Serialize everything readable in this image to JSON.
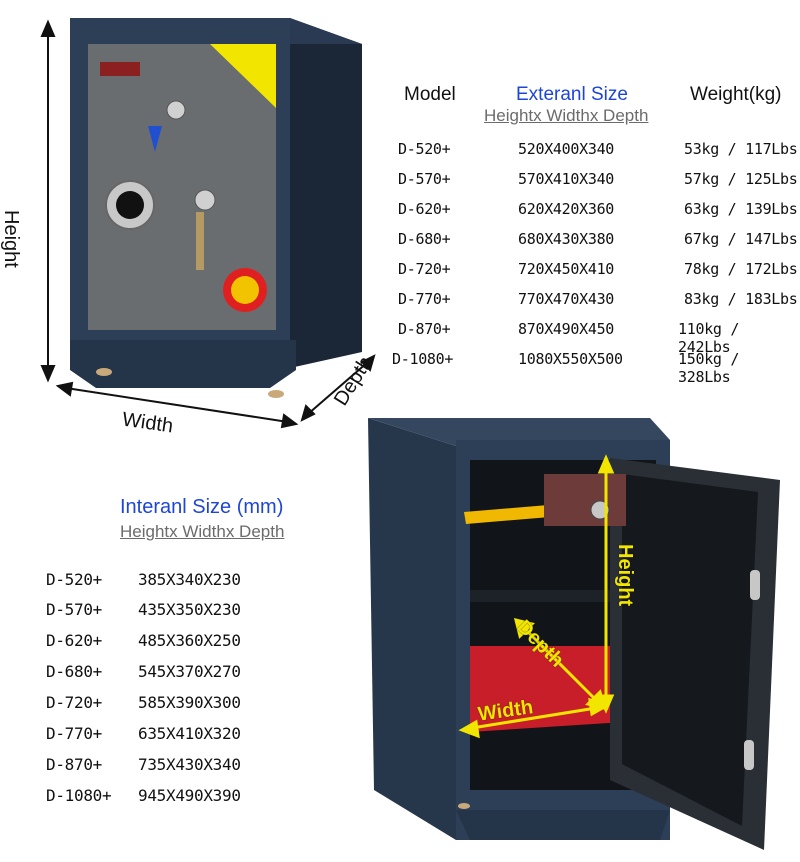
{
  "external": {
    "header_model": "Model",
    "header_size": "Exteranl Size",
    "header_sub": "Heightx Widthx Depth",
    "header_weight": "Weight(kg)",
    "rows": [
      {
        "model": "D-520+",
        "size": "520X400X340",
        "weight": "53kg / 117Lbs"
      },
      {
        "model": "D-570+",
        "size": "570X410X340",
        "weight": "57kg / 125Lbs"
      },
      {
        "model": "D-620+",
        "size": "620X420X360",
        "weight": "63kg / 139Lbs"
      },
      {
        "model": "D-680+",
        "size": "680X430X380",
        "weight": "67kg / 147Lbs"
      },
      {
        "model": "D-720+",
        "size": "720X450X410",
        "weight": "78kg / 172Lbs"
      },
      {
        "model": "D-770+",
        "size": "770X470X430",
        "weight": "83kg / 183Lbs"
      },
      {
        "model": "D-870+",
        "size": "870X490X450",
        "weight": "110kg / 242Lbs"
      },
      {
        "model": "D-1080+",
        "size": "1080X550X500",
        "weight": "150kg / 328Lbs"
      }
    ]
  },
  "internal": {
    "title": "Interanl Size (mm)",
    "sub": "Heightx Widthx Depth",
    "rows": [
      {
        "model": "D-520+",
        "size": "385X340X230"
      },
      {
        "model": "D-570+",
        "size": "435X350X230"
      },
      {
        "model": "D-620+",
        "size": "485X360X250"
      },
      {
        "model": "D-680+",
        "size": "545X370X270"
      },
      {
        "model": "D-720+",
        "size": "585X390X300"
      },
      {
        "model": "D-770+",
        "size": "635X410X320"
      },
      {
        "model": "D-870+",
        "size": "735X430X340"
      },
      {
        "model": "D-1080+",
        "size": "945X490X390"
      }
    ]
  },
  "dimension_labels": {
    "height": "Height",
    "width": "Width",
    "depth": "Depth"
  },
  "inner_labels": {
    "height": "Height",
    "depth": "Depth",
    "width": "Width"
  },
  "colors": {
    "safe_body": "#2c3f57",
    "door_panel": "#6a6d70",
    "accent_blue": "#1e45d8",
    "yellow": "#f2e600",
    "carpet": "#c81e2a"
  }
}
